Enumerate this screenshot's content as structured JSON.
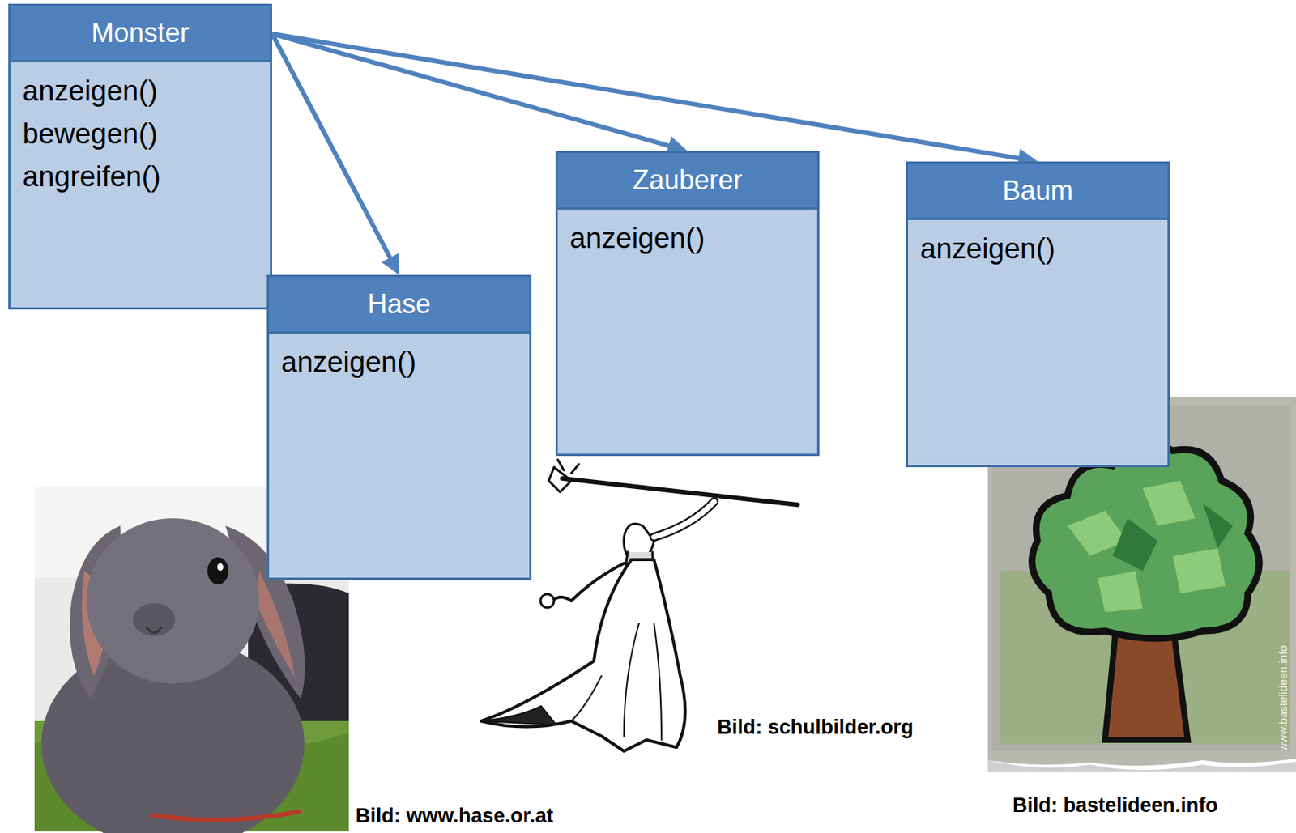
{
  "diagram": {
    "nodes": [
      {
        "text": [
          "Monster",
          "anzeigen()",
          "bewegen()",
          "angreifen()"
        ]
      },
      {
        "text": [
          "Hase",
          "anzeigen()"
        ]
      },
      {
        "text": [
          "Zauberer",
          "anzeigen()"
        ]
      },
      {
        "text": [
          "Baum",
          "anzeigen()"
        ]
      }
    ],
    "edges": [
      {
        "from": 0,
        "to": 1,
        "arrow": "to"
      },
      {
        "from": 0,
        "to": 2,
        "arrow": "to"
      },
      {
        "from": 0,
        "to": 3,
        "arrow": "to"
      }
    ],
    "labels": [
      "Bild: www.hase.or.at",
      "Bild: schulbilder.org",
      "www.bastelideen.info",
      "Bild: bastelideen.info"
    ]
  }
}
